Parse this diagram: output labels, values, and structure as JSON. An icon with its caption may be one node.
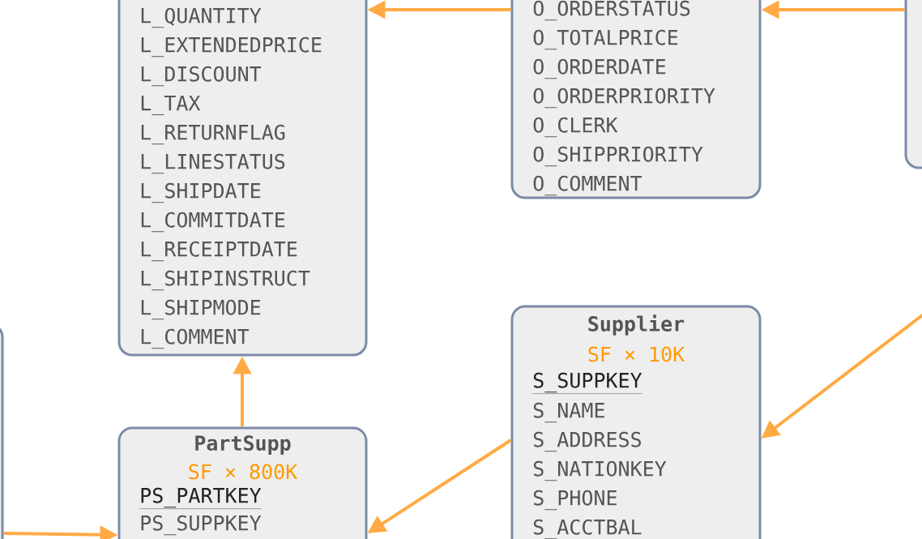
{
  "diagram": {
    "nodes": [
      {
        "text": [
          "L_QUANTITY",
          "L_EXTENDEDPRICE",
          "L_DISCOUNT",
          "L_TAX",
          "L_RETURNFLAG",
          "L_LINESTATUS",
          "L_SHIPDATE",
          "L_COMMITDATE",
          "L_RECEIPTDATE",
          "L_SHIPINSTRUCT",
          "L_SHIPMODE",
          "L_COMMENT"
        ]
      },
      {
        "text": [
          "O_ORDERSTATUS",
          "O_TOTALPRICE",
          "O_ORDERDATE",
          "O_ORDERPRIORITY",
          "O_CLERK",
          "O_SHIPPRIORITY",
          "O_COMMENT"
        ]
      },
      {
        "text": [],
        "shape": "box"
      },
      {
        "text": [],
        "shape": "box"
      },
      {
        "text": [
          "PartSupp",
          "SF × 800K",
          "PS_PARTKEY",
          "PS_SUPPKEY"
        ]
      },
      {
        "text": [
          "Supplier",
          "SF × 10K",
          "S_SUPPKEY",
          "S_NAME",
          "S_ADDRESS",
          "S_NATIONKEY",
          "S_PHONE",
          "S_ACCTBAL"
        ]
      }
    ],
    "edges": [
      {
        "from": 1,
        "to": 0,
        "arrow": "to"
      },
      {
        "from": 2,
        "to": 1,
        "arrow": "to"
      },
      {
        "from": 4,
        "to": 0,
        "arrow": "to"
      },
      {
        "from": 5,
        "to": 4,
        "arrow": "to"
      },
      {
        "from": 3,
        "to": 4,
        "arrow": "to"
      },
      {
        "from": null,
        "to": 5,
        "arrow": "to"
      }
    ]
  }
}
